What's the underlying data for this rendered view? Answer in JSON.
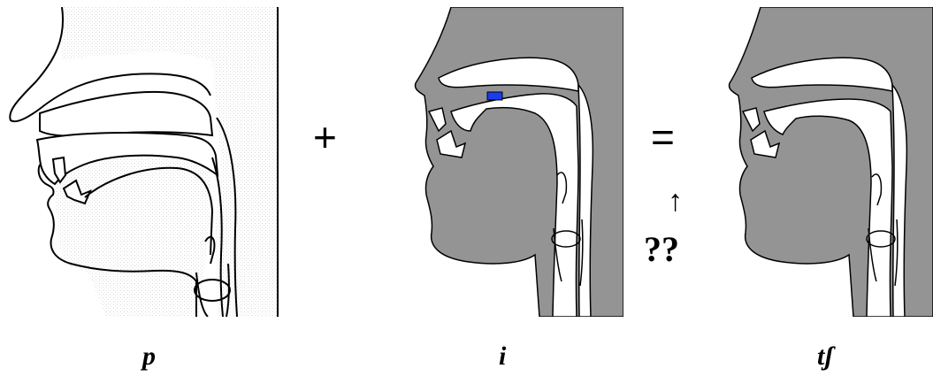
{
  "labels": {
    "p": "p",
    "i": "i",
    "tf": "tʃ"
  },
  "operators": {
    "plus": "+",
    "equals": "=",
    "arrow": "↑",
    "question": "??"
  },
  "colors": {
    "tract_fill": "#949494",
    "highlight": "#1a3cf0",
    "outline": "#000000",
    "speckle": "#e4e4e4"
  }
}
